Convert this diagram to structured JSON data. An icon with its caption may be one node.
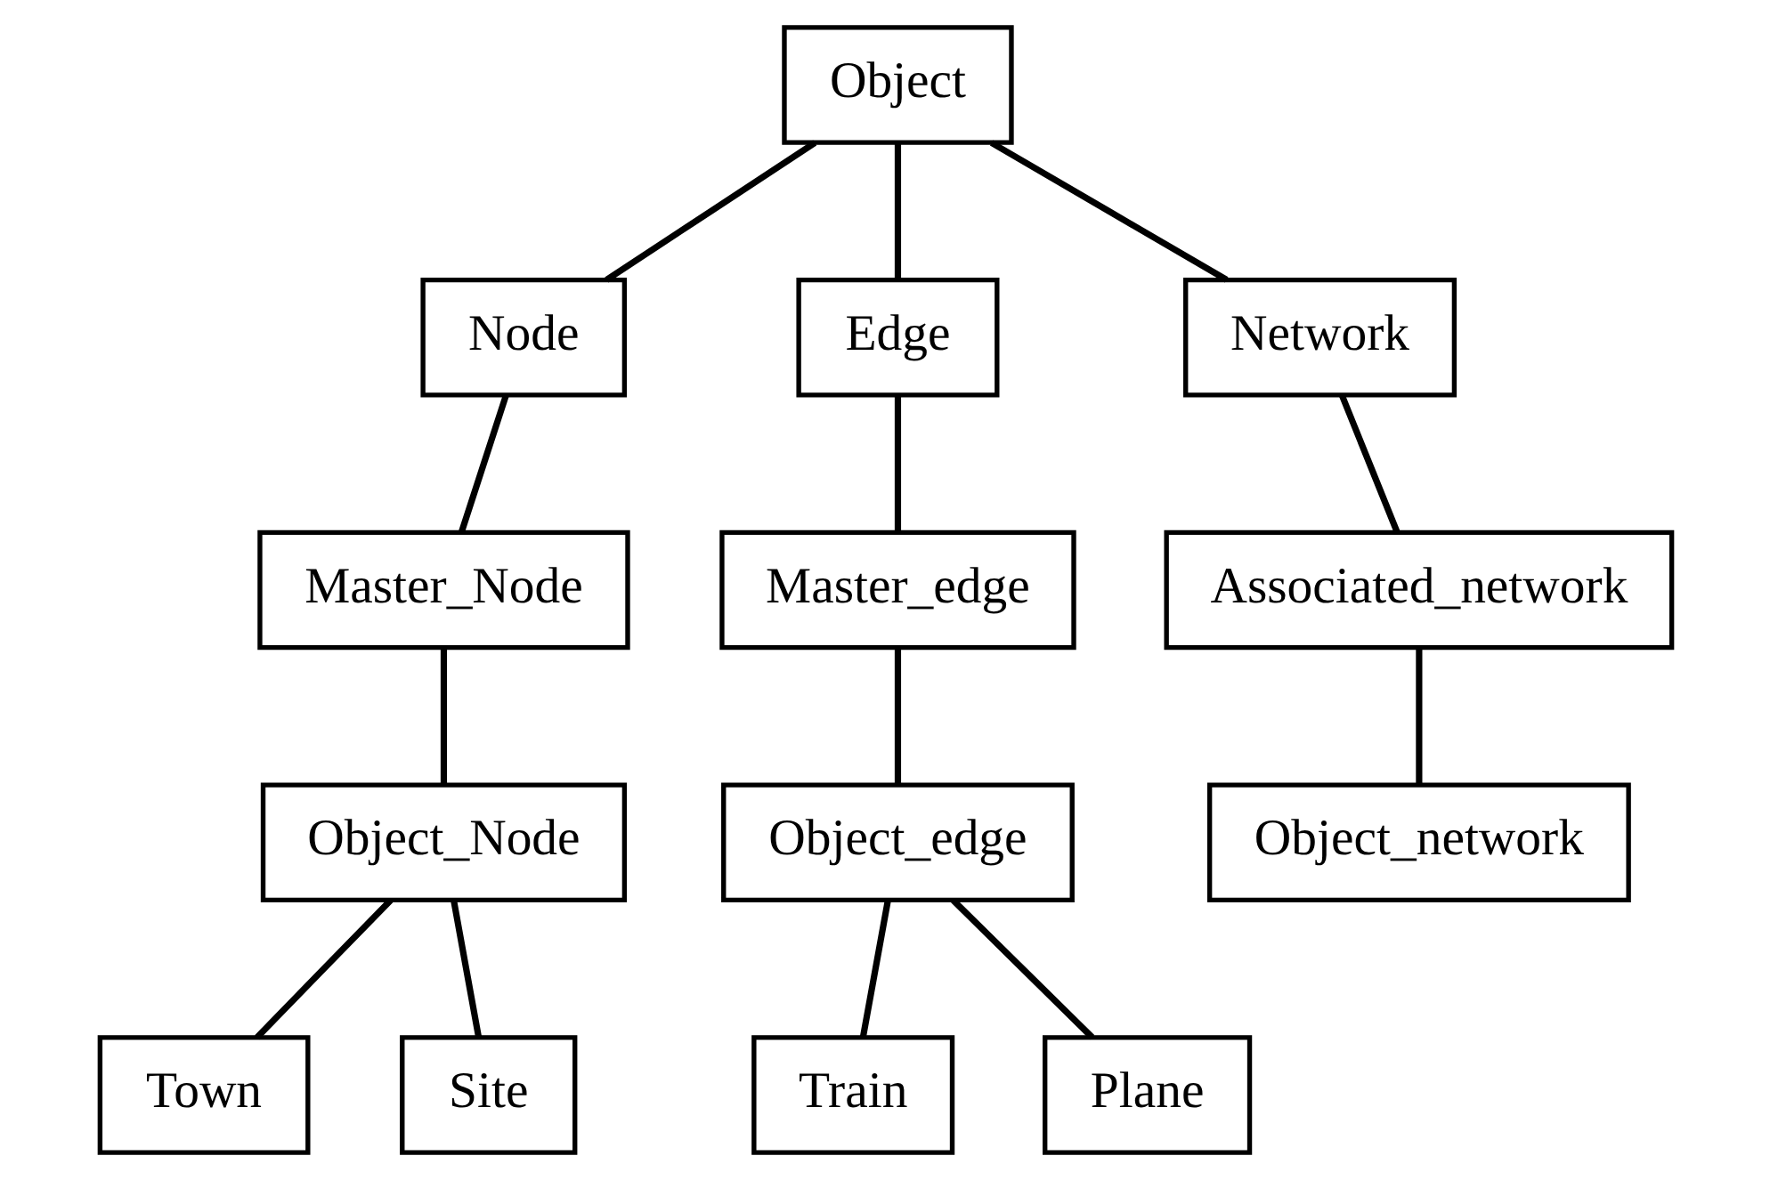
{
  "diagram": {
    "nodes": [
      {
        "text": [
          "Object"
        ]
      },
      {
        "text": [
          "Node"
        ]
      },
      {
        "text": [
          "Edge"
        ]
      },
      {
        "text": [
          "Network"
        ]
      },
      {
        "text": [
          "Master_Node"
        ]
      },
      {
        "text": [
          "Master_edge"
        ]
      },
      {
        "text": [
          "Associated_network"
        ]
      },
      {
        "text": [
          "Object_Node"
        ]
      },
      {
        "text": [
          "Object_edge"
        ]
      },
      {
        "text": [
          "Object_network"
        ]
      },
      {
        "text": [
          "Town"
        ]
      },
      {
        "text": [
          "Site"
        ]
      },
      {
        "text": [
          "Train"
        ]
      },
      {
        "text": [
          "Plane"
        ]
      }
    ],
    "edges": [
      {
        "from": 0,
        "to": 1,
        "arrow": "none"
      },
      {
        "from": 0,
        "to": 2,
        "arrow": "none"
      },
      {
        "from": 0,
        "to": 3,
        "arrow": "none"
      },
      {
        "from": 1,
        "to": 4,
        "arrow": "none"
      },
      {
        "from": 2,
        "to": 5,
        "arrow": "none"
      },
      {
        "from": 3,
        "to": 6,
        "arrow": "none"
      },
      {
        "from": 4,
        "to": 7,
        "arrow": "none"
      },
      {
        "from": 5,
        "to": 8,
        "arrow": "none"
      },
      {
        "from": 6,
        "to": 9,
        "arrow": "none"
      },
      {
        "from": 7,
        "to": 10,
        "arrow": "none"
      },
      {
        "from": 7,
        "to": 11,
        "arrow": "none"
      },
      {
        "from": 8,
        "to": 12,
        "arrow": "none"
      },
      {
        "from": 8,
        "to": 13,
        "arrow": "none"
      }
    ]
  }
}
